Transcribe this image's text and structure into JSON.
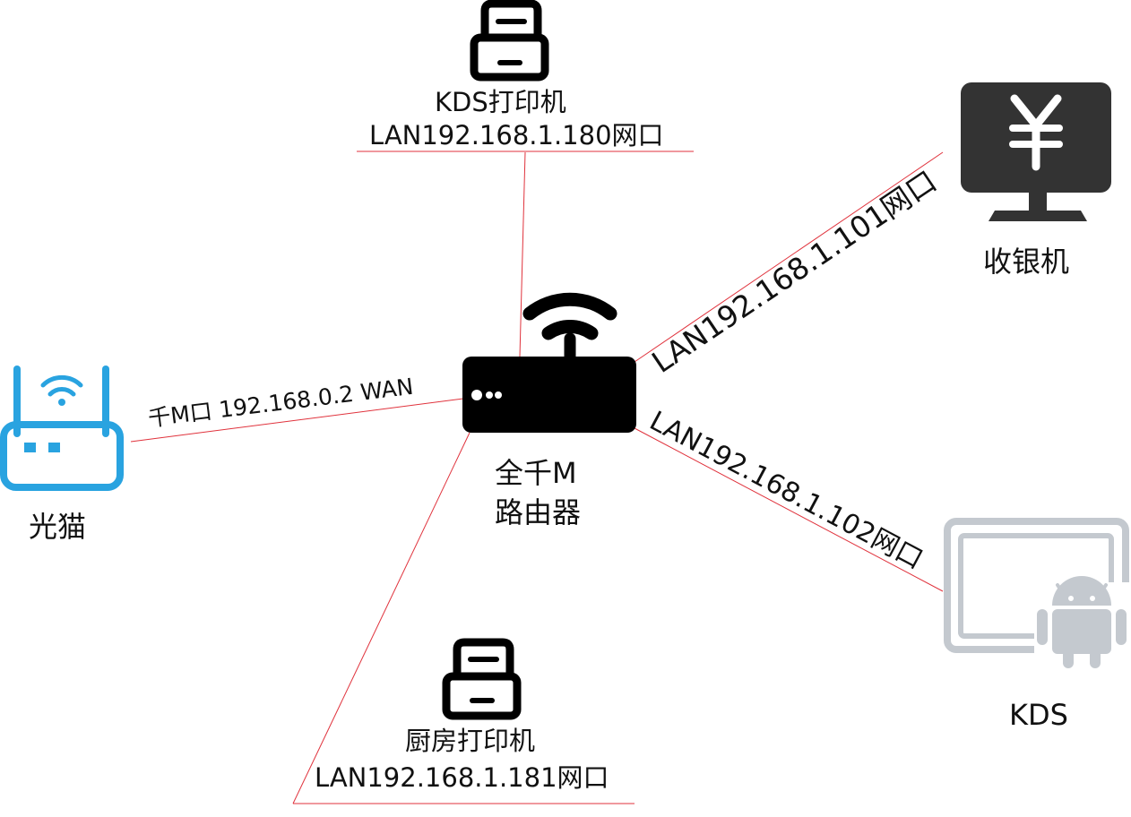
{
  "colors": {
    "link": "#e0323c",
    "router": "#000000",
    "modem": "#29a3e0",
    "pos": "#333333",
    "kds": "#c4c9cf",
    "printer": "#000000"
  },
  "router": {
    "line1": "全千M",
    "line2": "路由器",
    "icon": "wifi-router-icon"
  },
  "modem": {
    "label": "光猫",
    "link_label": "千M口 192.168.0.2 WAN",
    "icon": "optical-modem-icon"
  },
  "kds_printer": {
    "name": "KDS打印机",
    "address": "LAN192.168.1.180网口",
    "icon": "printer-icon"
  },
  "kitchen_printer": {
    "name": "厨房打印机",
    "address": "LAN192.168.1.181网口",
    "icon": "printer-icon"
  },
  "pos": {
    "label": "收银机",
    "link_label": "LAN192.168.1.101网口",
    "icon": "cash-register-icon"
  },
  "kds": {
    "label": "KDS",
    "link_label": "LAN192.168.1.102网口",
    "icon": "android-tablet-icon"
  }
}
